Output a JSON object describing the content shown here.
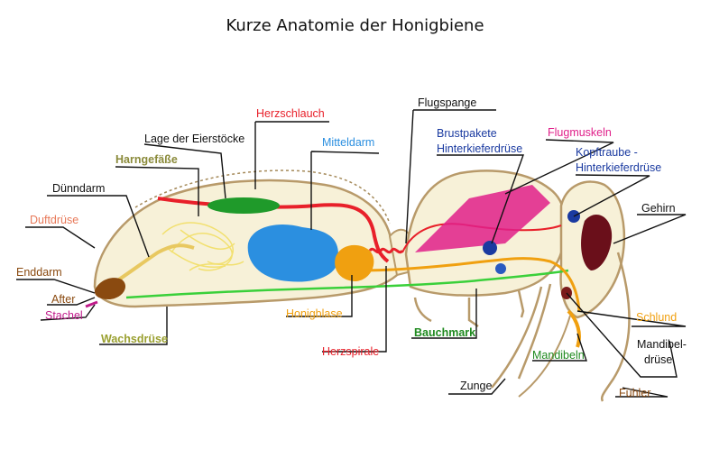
{
  "title": "Kurze Anatomie der Honigbiene",
  "labels": {
    "herzschlauch": "Herzschlauch",
    "lage_eierstoecke": "Lage der Eierstöcke",
    "mitteldarm": "Mitteldarm",
    "harngefaesse": "Harngefäße",
    "duenndarm": "Dünndarm",
    "duftdruese": "Duftdrüse",
    "enddarm": "Enddarm",
    "after": "After",
    "stachel": "Stachel",
    "wachsdruese": "Wachsdrüse",
    "honigblase": "Honigblase",
    "herzspirale": "Herzspirale",
    "bauchmark": "Bauchmark",
    "zunge": "Zunge",
    "mandibeln": "Mandibeln",
    "flugspange": "Flugspange",
    "brustpakete_1": "Brustpakete",
    "brustpakete_2": "Hinterkieferdrüse",
    "flugmuskeln": "Flugmuskeln",
    "kopftraube_1": "Kopftraube -",
    "kopftraube_2": "Hinterkieferdrüse",
    "gehirn": "Gehirn",
    "schlund": "Schlund",
    "mandibeldruese_1": "Mandibel-",
    "mandibeldruese_2": "drüse",
    "fuehler": "Fühler"
  },
  "colors": {
    "herzschlauch": "#e8202a",
    "mitteldarm": "#2b8fe0",
    "harngefaesse": "#8a8a3a",
    "duftdruese": "#e87a5a",
    "enddarm": "#8a4a10",
    "after": "#8a4a10",
    "stachel": "#c01a8a",
    "wachsdruese": "#9aa030",
    "honigblase": "#f0a010",
    "herzspirale": "#e8202a",
    "bauchmark": "#1f8a1f",
    "brustpakete": "#1a3aa0",
    "flugmuskeln": "#e0208a",
    "kopftraube": "#1a3aa0",
    "schlund": "#f0a010",
    "label_dark": "#111111",
    "leader": "#111111"
  }
}
